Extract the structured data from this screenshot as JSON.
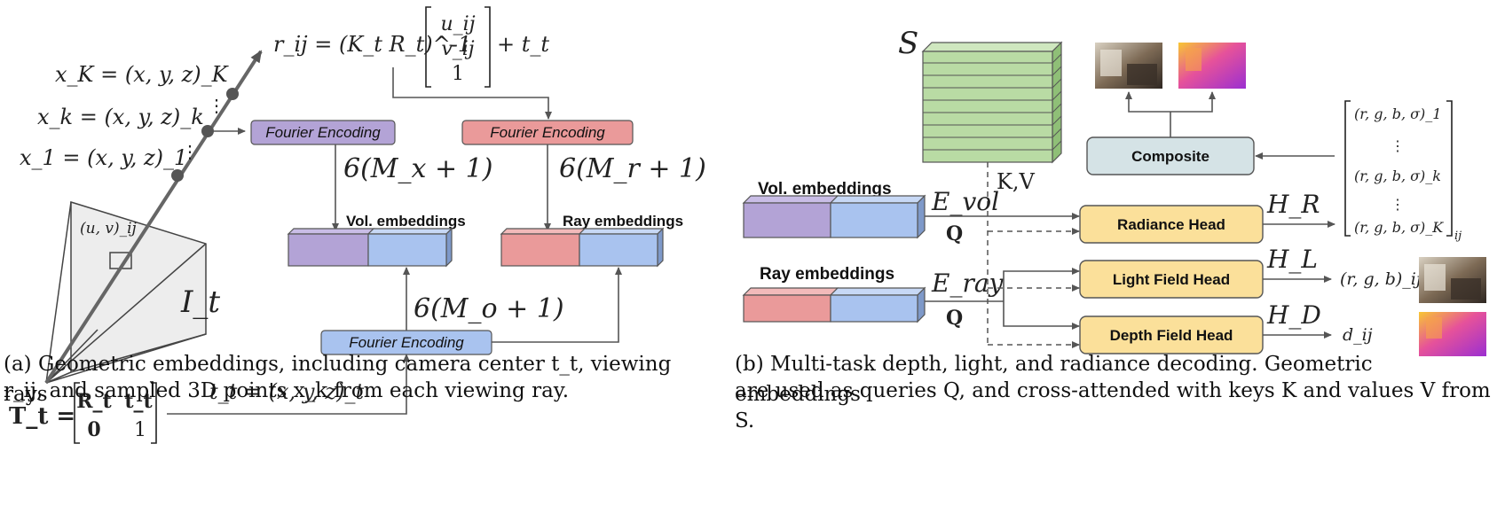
{
  "panel_a": {
    "ray_formula": "r_ij = (K_t R_t)^-1",
    "ray_vector": [
      "u_ij",
      "v_ij",
      "1"
    ],
    "ray_plus": "+ t_t",
    "point_labels": [
      "x_K = (x, y, z)_K",
      "x_k = (x, y, z)_k",
      "x_1 = (x, y, z)_1"
    ],
    "pixel_label": "(u, v)_ij",
    "image_label": "I_t",
    "pose_label": "T_t =",
    "pose_matrix": [
      "R_t",
      "t_t",
      "0",
      "1"
    ],
    "center_label": "t_t = (x, y, z)_t",
    "fourier_points": "Fourier Encoding",
    "fourier_rays": "Fourier Encoding",
    "fourier_origin": "Fourier Encoding",
    "dim_points": "6(M_x + 1)",
    "dim_rays": "6(M_r + 1)",
    "dim_origin": "6(M_o + 1)",
    "vol_embeddings": "Vol. embeddings",
    "ray_embeddings": "Ray embeddings"
  },
  "panel_b": {
    "set_label": "S",
    "kv_label": "K,V",
    "vol_embeddings": "Vol. embeddings",
    "ray_embeddings": "Ray embeddings",
    "eps_vol": "E_vol",
    "eps_ray": "E_ray",
    "q_label": "Q",
    "q_label_2": "Q",
    "composite": "Composite",
    "radiance_head": "Radiance Head",
    "light_head": "Light Field Head",
    "depth_head": "Depth Field Head",
    "h_r": "H_R",
    "h_l": "H_L",
    "h_d": "H_D",
    "samples": [
      "(r, g, b, σ)_1",
      "(r, g, b, σ)_k",
      "(r, g, b, σ)_K"
    ],
    "samples_subscript": "ij",
    "light_out": "(r, g, b)_ij",
    "depth_out": "d_ij"
  },
  "captions": {
    "a_line1": "(a) Geometric embeddings, including camera center t_t, viewing rays",
    "a_line2": "r_ij, and sampled 3D points x_k from each viewing ray.",
    "b_line1": "(b)  Multi-task depth, light, and radiance decoding.  Geometric embeddings",
    "b_line2": "are used as queries Q, and cross-attended with keys K and values V from S."
  },
  "colors": {
    "purple": "#b3a3d6",
    "blue": "#a9c3ef",
    "red": "#ea9a9a",
    "green": "#b9dba4",
    "yellow": "#fbe09a",
    "composite": "#d5e3e6",
    "arrow": "#555555"
  }
}
